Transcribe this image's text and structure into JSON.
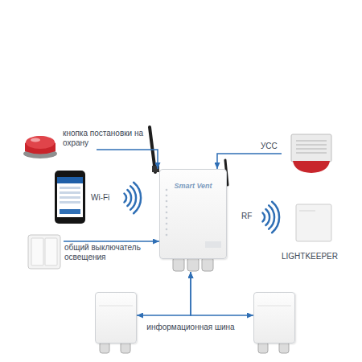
{
  "diagram": {
    "nodes": [
      {
        "text": [
          "кнопка постановки на охрану"
        ]
      },
      {
        "text": [
          "УСС"
        ]
      },
      {
        "text": [
          "Smart Vent"
        ]
      },
      {
        "text": [
          "общий выключатель освещения"
        ]
      },
      {
        "text": [
          "LIGHTKEEPER"
        ]
      },
      {
        "text": []
      },
      {
        "text": []
      }
    ],
    "edges": [
      {
        "from": 0,
        "to": 2,
        "arrow": "to"
      },
      {
        "from": 1,
        "to": 2,
        "arrow": "to"
      },
      {
        "from": 3,
        "to": 2,
        "arrow": "to"
      },
      {
        "from": 5,
        "to": 2,
        "arrow": "both",
        "label": "информационная шина"
      },
      {
        "from": 6,
        "to": 2,
        "arrow": "both"
      }
    ],
    "labels": [
      "Wi-Fi",
      "RF"
    ]
  }
}
